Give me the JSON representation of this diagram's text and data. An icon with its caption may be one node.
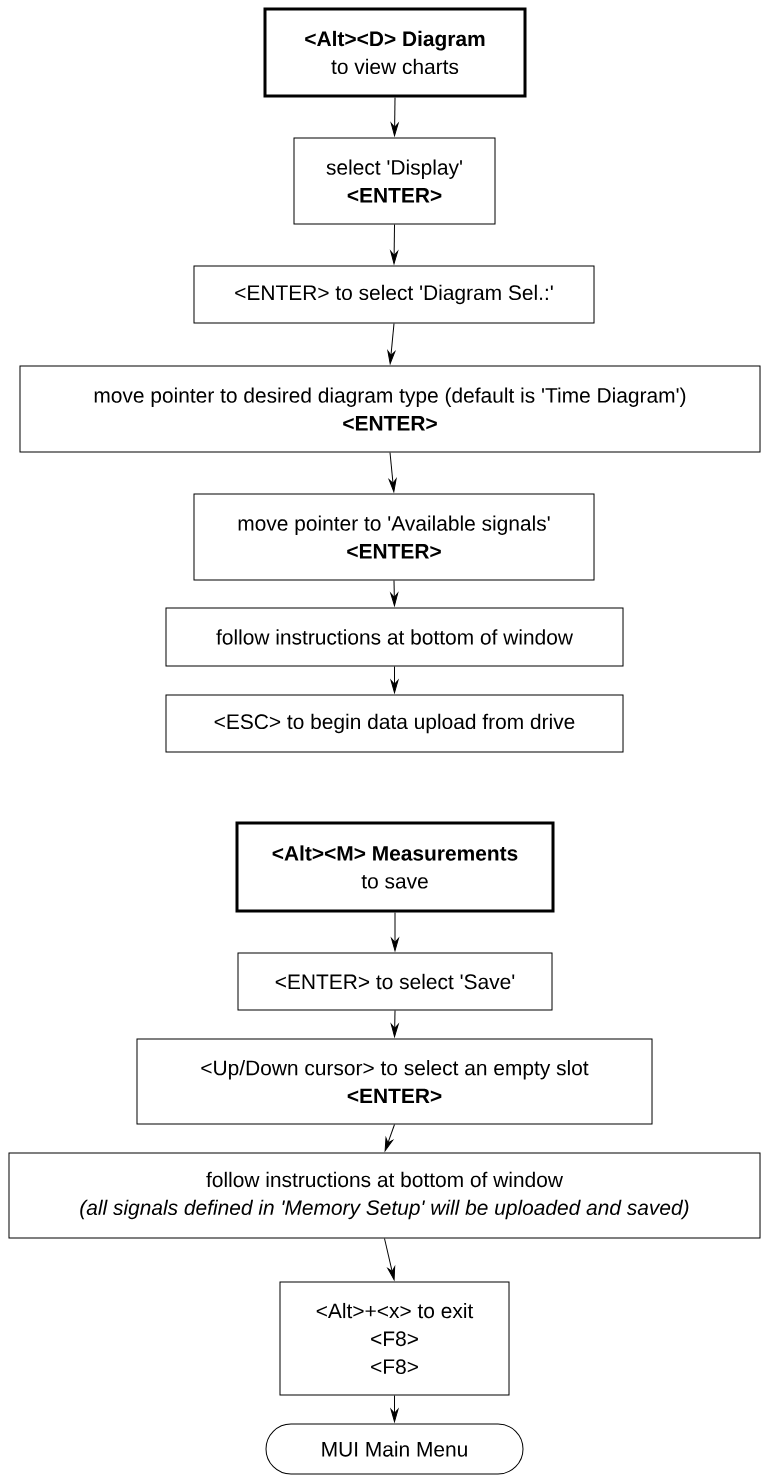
{
  "diagram": {
    "nodes": [
      {
        "text": [
          "<Alt><D> Diagram",
          "to view charts"
        ]
      },
      {
        "text": [
          "select 'Display'",
          "<ENTER>"
        ]
      },
      {
        "text": [
          "<ENTER> to select 'Diagram Sel.:'"
        ]
      },
      {
        "text": [
          "move pointer to desired diagram type (default is 'Time Diagram')",
          "<ENTER>"
        ]
      },
      {
        "text": [
          "move pointer to 'Available signals'",
          "<ENTER>"
        ]
      },
      {
        "text": [
          "follow instructions at bottom of window"
        ]
      },
      {
        "text": [
          "<ESC> to begin data upload from drive"
        ]
      },
      {
        "text": [
          "<Alt><M> Measurements",
          "to save"
        ]
      },
      {
        "text": [
          "<ENTER> to select 'Save'"
        ]
      },
      {
        "text": [
          "<Up/Down cursor> to select an empty slot",
          "<ENTER>"
        ]
      },
      {
        "text": [
          "follow instructions at bottom of window",
          "(all signals defined in 'Memory Setup' will be uploaded and saved)"
        ]
      },
      {
        "text": [
          "<Alt>+<x> to exit",
          "<F8>",
          "<F8>"
        ]
      },
      {
        "text": [
          "MUI Main Menu"
        ]
      }
    ],
    "edges": [
      {
        "from": 0,
        "to": 1,
        "arrow": "to"
      },
      {
        "from": 1,
        "to": 2,
        "arrow": "to"
      },
      {
        "from": 2,
        "to": 3,
        "arrow": "to"
      },
      {
        "from": 3,
        "to": 4,
        "arrow": "to"
      },
      {
        "from": 4,
        "to": 5,
        "arrow": "to"
      },
      {
        "from": 5,
        "to": 6,
        "arrow": "to"
      },
      {
        "from": 7,
        "to": 8,
        "arrow": "to"
      },
      {
        "from": 8,
        "to": 9,
        "arrow": "to"
      },
      {
        "from": 9,
        "to": 10,
        "arrow": "to"
      },
      {
        "from": 10,
        "to": 11,
        "arrow": "to"
      },
      {
        "from": 11,
        "to": 12,
        "arrow": "to"
      }
    ]
  }
}
